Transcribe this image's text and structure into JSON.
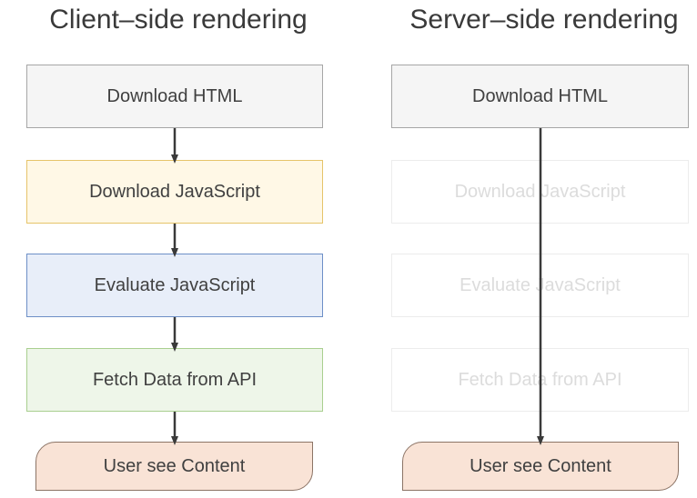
{
  "left": {
    "title": "Client–side rendering",
    "steps": [
      "Download HTML",
      "Download JavaScript",
      "Evaluate JavaScript",
      "Fetch Data from API"
    ],
    "result": "User see Content"
  },
  "right": {
    "title": "Server–side rendering",
    "steps": [
      "Download HTML",
      "Download JavaScript",
      "Evaluate JavaScript",
      "Fetch Data from API"
    ],
    "result": "User see Content"
  },
  "colors": {
    "gray": "#f5f5f5",
    "yellow": "#fff8e6",
    "blue": "#e8eef9",
    "green": "#eef6e9",
    "content": "#f9e3d6",
    "arrow": "#3a3a3a"
  }
}
